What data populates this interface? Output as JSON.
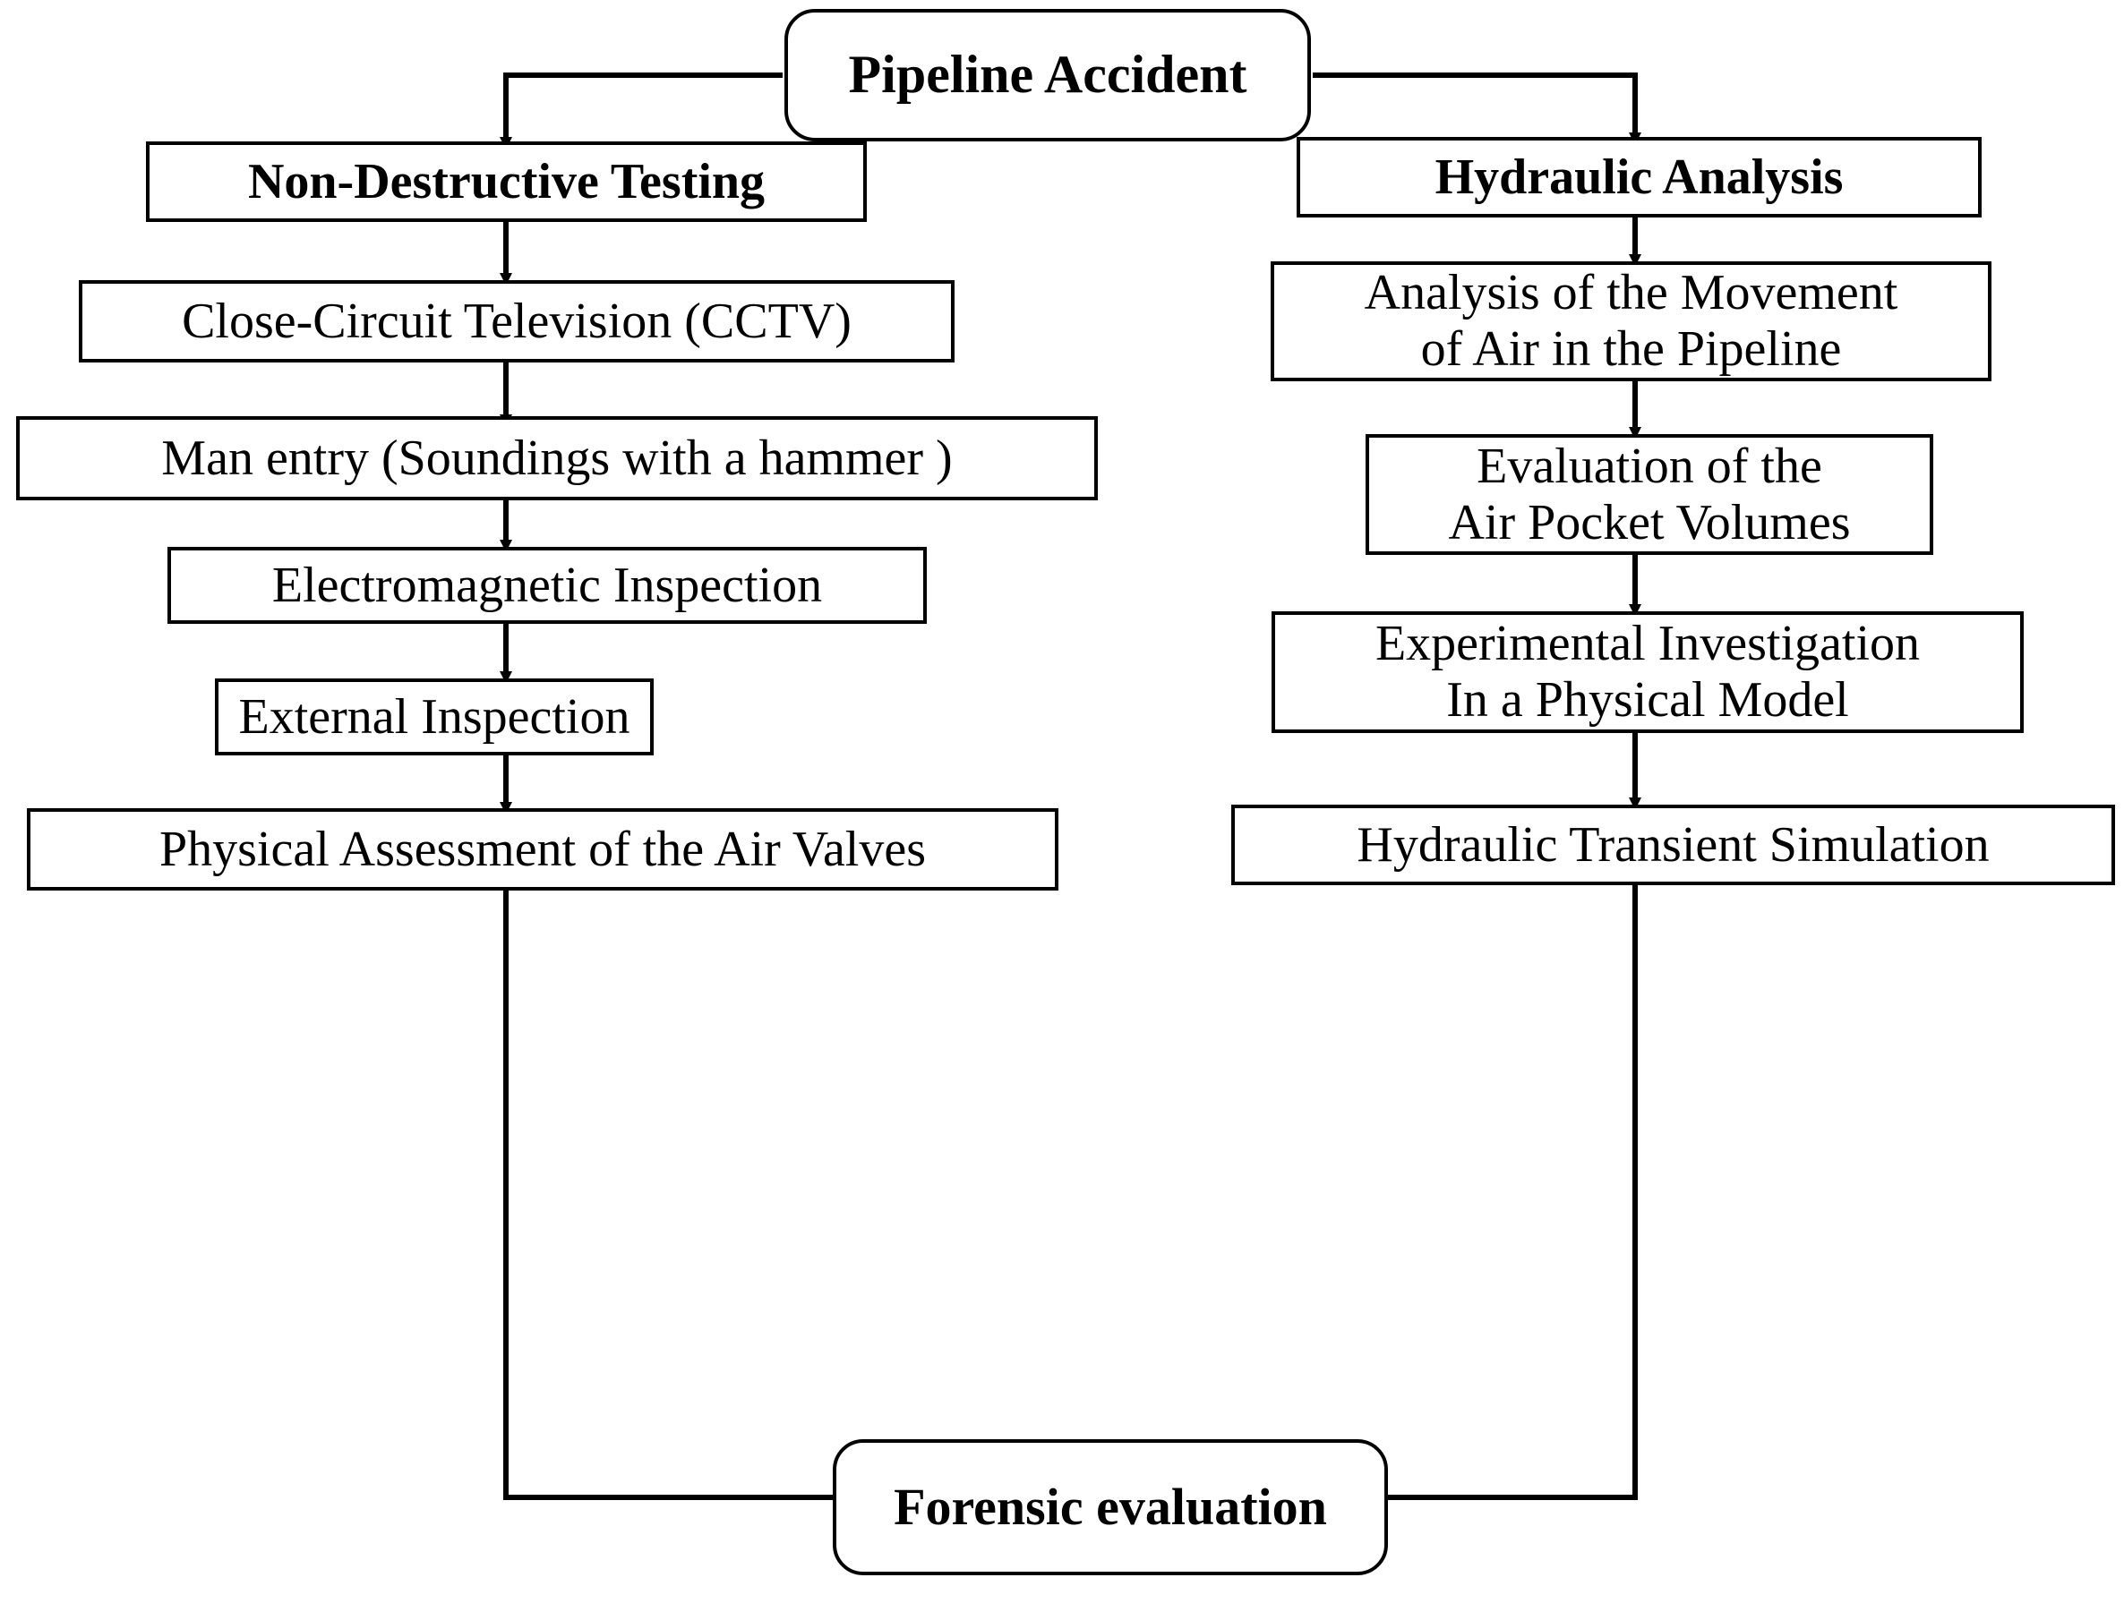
{
  "diagram": {
    "title": "Pipeline Accident Forensic Investigation Flowchart",
    "line_color": "#000000",
    "background_color": "#ffffff",
    "text_color": "#000000"
  },
  "nodes": {
    "root": {
      "label": "Pipeline Accident",
      "shape": "rounded-rectangle",
      "weight": "bold"
    },
    "ndt_header": {
      "label": "Non-Destructive Testing",
      "shape": "rectangle",
      "weight": "bold"
    },
    "cctv": {
      "label": "Close-Circuit Television (CCTV)",
      "shape": "rectangle",
      "weight": "normal"
    },
    "man_entry": {
      "label": "Man entry (Soundings with a hammer )",
      "shape": "rectangle",
      "weight": "normal"
    },
    "electromagnetic": {
      "label": "Electromagnetic Inspection",
      "shape": "rectangle",
      "weight": "normal"
    },
    "external": {
      "label": "External Inspection",
      "shape": "rectangle",
      "weight": "normal"
    },
    "air_valves": {
      "label": "Physical Assessment of the Air Valves",
      "shape": "rectangle",
      "weight": "normal"
    },
    "hydraulic_header": {
      "label": "Hydraulic Analysis",
      "shape": "rectangle",
      "weight": "bold"
    },
    "air_movement": {
      "label": "Analysis of the Movement\nof Air in the Pipeline",
      "shape": "rectangle",
      "weight": "normal"
    },
    "air_pocket": {
      "label": "Evaluation of the\nAir Pocket Volumes",
      "shape": "rectangle",
      "weight": "normal"
    },
    "experimental": {
      "label": "Experimental Investigation\nIn a Physical Model",
      "shape": "rectangle",
      "weight": "normal"
    },
    "transient": {
      "label": "Hydraulic Transient Simulation",
      "shape": "rectangle",
      "weight": "normal"
    },
    "forensic": {
      "label": "Forensic evaluation",
      "shape": "rounded-rectangle",
      "weight": "bold"
    }
  },
  "edges": [
    {
      "from": "root",
      "to": "ndt_header",
      "style": "elbow-left",
      "arrowhead": "solid"
    },
    {
      "from": "root",
      "to": "hydraulic_header",
      "style": "elbow-right",
      "arrowhead": "solid"
    },
    {
      "from": "ndt_header",
      "to": "cctv",
      "style": "straight-down",
      "arrowhead": "solid"
    },
    {
      "from": "cctv",
      "to": "man_entry",
      "style": "straight-down",
      "arrowhead": "solid"
    },
    {
      "from": "man_entry",
      "to": "electromagnetic",
      "style": "straight-down",
      "arrowhead": "solid"
    },
    {
      "from": "electromagnetic",
      "to": "external",
      "style": "straight-down",
      "arrowhead": "solid"
    },
    {
      "from": "external",
      "to": "air_valves",
      "style": "straight-down",
      "arrowhead": "solid"
    },
    {
      "from": "hydraulic_header",
      "to": "air_movement",
      "style": "straight-down",
      "arrowhead": "solid"
    },
    {
      "from": "air_movement",
      "to": "air_pocket",
      "style": "straight-down",
      "arrowhead": "solid"
    },
    {
      "from": "air_pocket",
      "to": "experimental",
      "style": "straight-down",
      "arrowhead": "solid"
    },
    {
      "from": "experimental",
      "to": "transient",
      "style": "straight-down",
      "arrowhead": "solid"
    },
    {
      "from": "air_valves",
      "to": "forensic",
      "style": "elbow-down-right",
      "arrowhead": "open"
    },
    {
      "from": "transient",
      "to": "forensic",
      "style": "elbow-down-left",
      "arrowhead": "open"
    }
  ]
}
